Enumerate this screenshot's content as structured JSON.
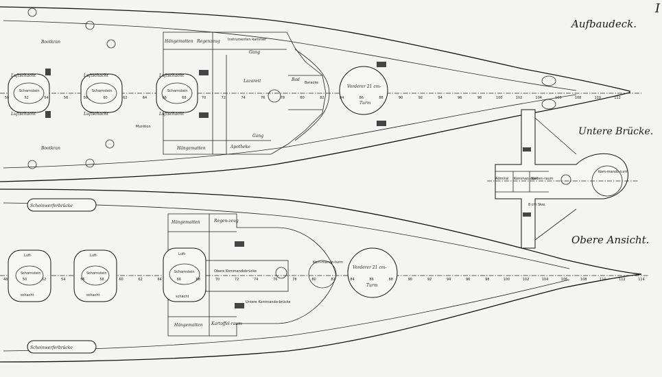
{
  "sheet_number": "I",
  "views": {
    "aufbaudeck": "Aufbaudeck.",
    "untere_bruecke": "Untere Brücke.",
    "obere_ansicht": "Obere Ansicht."
  },
  "aufbaudeck": {
    "labels": {
      "bootskran_top": "Bootkran",
      "bootskran_bottom": "Bootkran",
      "luftschacht_1a": "Luftschacht",
      "luftschacht_1b": "Luftschacht",
      "luftschacht_2a": "Luftschacht",
      "luftschacht_2b": "Luftschacht",
      "luftschacht_3a": "Luftschacht",
      "luftschacht_3b": "Luftschacht",
      "schornstein_1": "Schornstein",
      "schornstein_2": "Schornstein",
      "schornstein_3": "Schornstein",
      "haengematten_top": "Hängematten",
      "regenzeug_top": "Regenzeug",
      "instrumentenkammer": "Instrumenten kammer",
      "gang_top": "Gang",
      "lazarett": "Lazarett",
      "bad": "Bad",
      "baracke": "Baracke",
      "gang_bottom": "Gang",
      "apotheke": "Apotheke",
      "haengematten_bottom": "Hängematten",
      "munition": "Munition",
      "vorderer_turm": "Vorderer 21 cm-",
      "vorderer_turm_2": "Turm"
    },
    "frame_numbers": [
      "50",
      "52",
      "54",
      "56",
      "58",
      "60",
      "62",
      "64",
      "66",
      "68",
      "70",
      "72",
      "74",
      "76",
      "78",
      "80",
      "82",
      "84",
      "86",
      "88",
      "90",
      "92",
      "94",
      "96",
      "98",
      "100",
      "102",
      "104",
      "106",
      "108",
      "110",
      "112"
    ]
  },
  "untere_bruecke": {
    "labels": {
      "admiral": "Admiral",
      "kommandant": "Komman-dant",
      "karten": "Karten-raum",
      "kommandoturm": "Kom-mando-turm",
      "scheinwerfer": "8 cm Skw."
    }
  },
  "obere_ansicht": {
    "labels": {
      "scheinwerferbruecke_top": "Scheinwerferbrücke",
      "scheinwerferbruecke_bottom": "Scheinwerferbrücke",
      "haengematten_top": "Hängematten",
      "regenzeug": "Regen-zeug",
      "luft_1": "Luft-",
      "luft_2": "Luft-",
      "luft_3": "Luft-",
      "schacht_1": "schacht",
      "schacht_2": "schacht",
      "schacht_3": "schacht",
      "schornstein_1": "Schornstein",
      "schornstein_2": "Schornstein",
      "schornstein_3": "Schornstein",
      "obere_kommandobruecke": "Obere Kommandobrücke",
      "untere_kommandobruecke": "Untere Kommando-brücke",
      "kommandoturm": "Kom-mando-turm",
      "vorderer_turm": "Vorderer 21 cm-",
      "vorderer_turm_2": "Turm",
      "haengematten_bottom": "Hängematten",
      "kartoffelraum": "Kartoffel-raum"
    },
    "frame_numbers": [
      "48",
      "50",
      "52",
      "54",
      "56",
      "58",
      "60",
      "62",
      "64",
      "66",
      "68",
      "70",
      "72",
      "74",
      "76",
      "78",
      "80",
      "82",
      "84",
      "86",
      "88",
      "90",
      "92",
      "94",
      "96",
      "98",
      "100",
      "102",
      "104",
      "106",
      "108",
      "110",
      "112",
      "114"
    ]
  }
}
